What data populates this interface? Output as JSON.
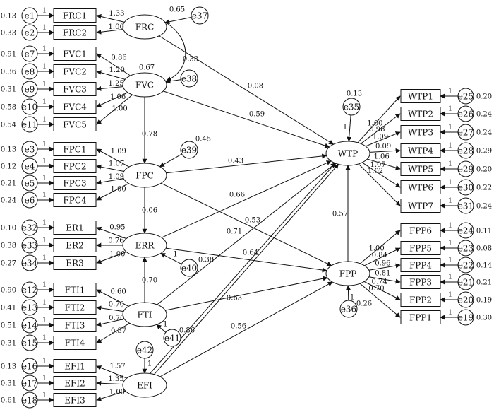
{
  "latent": {
    "FRC": {
      "label": "FRC"
    },
    "FVC": {
      "label": "FVC",
      "r2": "0.67"
    },
    "FPC": {
      "label": "FPC",
      "r2": "0.45"
    },
    "ERR": {
      "label": "ERR"
    },
    "FTI": {
      "label": "FTI"
    },
    "EFI": {
      "label": "EFI"
    },
    "WTP": {
      "label": "WTP",
      "r2": "0.13"
    },
    "FPP": {
      "label": "FPP",
      "r2": "0.26"
    }
  },
  "disturbances": [
    {
      "id": "e37",
      "target": "FRC",
      "value": "0.65"
    },
    {
      "id": "e38",
      "target": "FVC"
    },
    {
      "id": "e39",
      "target": "FPC"
    },
    {
      "id": "e40",
      "target": "ERR",
      "value": "1"
    },
    {
      "id": "e41",
      "target": "FTI",
      "value": "1"
    },
    {
      "id": "e42",
      "target": "EFI",
      "value": "1"
    },
    {
      "id": "e35",
      "target": "WTP",
      "value": "1"
    },
    {
      "id": "e36",
      "target": "FPP",
      "value": "1"
    }
  ],
  "indicators_left": [
    {
      "err": "e1",
      "var": "e1_var",
      "name": "FRC1",
      "ev": "0.13",
      "loading": "1.33",
      "latent": "FRC"
    },
    {
      "err": "e2",
      "name": "FRC2",
      "ev": "0.33",
      "loading": "1.00",
      "latent": "FRC"
    },
    {
      "err": "e7",
      "name": "FVC1",
      "ev": "0.91",
      "loading": "0.86",
      "latent": "FVC"
    },
    {
      "err": "e8",
      "name": "FVC2",
      "ev": "0.36",
      "loading": "1.20",
      "latent": "FVC"
    },
    {
      "err": "e9",
      "name": "FVC3",
      "ev": "0.31",
      "loading": "1.25",
      "latent": "FVC"
    },
    {
      "err": "e10",
      "name": "FVC4",
      "ev": "0.58",
      "loading": "1.06",
      "latent": "FVC"
    },
    {
      "err": "e11",
      "name": "FVC5",
      "ev": "0.54",
      "loading": "1.00",
      "latent": "FVC"
    },
    {
      "err": "e3",
      "name": "FPC1",
      "ev": "0.13",
      "loading": "1.09",
      "latent": "FPC"
    },
    {
      "err": "e4",
      "name": "FPC2",
      "ev": "0.12",
      "loading": "1.07",
      "latent": "FPC"
    },
    {
      "err": "e5",
      "name": "FPC3",
      "ev": "0.21",
      "loading": "1.09",
      "latent": "FPC"
    },
    {
      "err": "e6",
      "name": "FPC4",
      "ev": "0.24",
      "loading": "1.00",
      "latent": "FPC"
    },
    {
      "err": "e32",
      "name": "ER1",
      "ev": "0.10",
      "loading": "0.95",
      "latent": "ERR"
    },
    {
      "err": "e33",
      "name": "ER2",
      "ev": "0.38",
      "loading": "0.76",
      "latent": "ERR"
    },
    {
      "err": "e34",
      "name": "ER3",
      "ev": "0.27",
      "loading": "1.00",
      "latent": "ERR"
    },
    {
      "err": "e12",
      "name": "FTI1",
      "ev": "0.90",
      "loading": "0.60",
      "latent": "FTI"
    },
    {
      "err": "e13",
      "name": "FTI2",
      "ev": "0.41",
      "loading": "0.70",
      "latent": "FTI"
    },
    {
      "err": "e14",
      "name": "FTI3",
      "ev": "0.51",
      "loading": "0.70",
      "latent": "FTI"
    },
    {
      "err": "e15",
      "name": "FTI4",
      "ev": "0.31",
      "loading": "0.37",
      "latent": "FTI"
    },
    {
      "err": "e16",
      "name": "EFI1",
      "ev": "0.13",
      "loading": "1.57",
      "latent": "EFI"
    },
    {
      "err": "e17",
      "name": "EFI2",
      "ev": "0.31",
      "loading": "1.35",
      "latent": "EFI"
    },
    {
      "err": "e18",
      "name": "EFI3",
      "ev": "0.61",
      "loading": "1.00",
      "latent": "EFI"
    }
  ],
  "indicators_right": [
    {
      "err": "e25",
      "name": "WTP1",
      "ev": "0.20",
      "loading": "1.00",
      "latent": "WTP"
    },
    {
      "err": "e26",
      "name": "WTP2",
      "ev": "0.24",
      "loading": "0.98",
      "latent": "WTP"
    },
    {
      "err": "e27",
      "name": "WTP3",
      "ev": "0.24",
      "loading": "1.09",
      "latent": "WTP"
    },
    {
      "err": "e28",
      "name": "WTP4",
      "ev": "0.29",
      "loading": "0.09",
      "latent": "WTP"
    },
    {
      "err": "e29",
      "name": "WTP5",
      "ev": "0.20",
      "loading": "1.06",
      "latent": "WTP"
    },
    {
      "err": "e30",
      "name": "WTP6",
      "ev": "0.22",
      "loading": "1.07",
      "latent": "WTP"
    },
    {
      "err": "e31",
      "name": "WTP7",
      "ev": "0.24",
      "loading": "1.02",
      "latent": "WTP"
    },
    {
      "err": "e24",
      "name": "FPP6",
      "ev": "0.11",
      "loading": "1.00",
      "latent": "FPP"
    },
    {
      "err": "e23",
      "name": "FPP5",
      "ev": "0.08",
      "loading": "0.84",
      "latent": "FPP"
    },
    {
      "err": "e22",
      "name": "FPP4",
      "ev": "0.14",
      "loading": "0.96",
      "latent": "FPP"
    },
    {
      "err": "e21",
      "name": "FPP3",
      "ev": "0.21",
      "loading": "0.81",
      "latent": "FPP"
    },
    {
      "err": "e20",
      "name": "FPP2",
      "ev": "0.19",
      "loading": "0.74",
      "latent": "FPP"
    },
    {
      "err": "e19",
      "name": "FPP1",
      "ev": "0.30",
      "loading": "0.70",
      "latent": "FPP"
    }
  ],
  "paths": [
    {
      "from": "FRC",
      "to": "FVC",
      "coef": "0.33"
    },
    {
      "from": "FRC",
      "to": "WTP",
      "coef": "0.08"
    },
    {
      "from": "FVC",
      "to": "FPC",
      "coef": "0.78"
    },
    {
      "from": "FVC",
      "to": "WTP",
      "coef": "0.59"
    },
    {
      "from": "FPC",
      "to": "ERR",
      "coef": "0.06"
    },
    {
      "from": "FPC",
      "to": "WTP",
      "coef": "0.43"
    },
    {
      "from": "FPC",
      "to": "FPP",
      "coef": "0.53"
    },
    {
      "from": "ERR",
      "to": "WTP",
      "coef": "0.66"
    },
    {
      "from": "ERR",
      "to": "FPP",
      "coef": "0.38"
    },
    {
      "from": "FTI",
      "to": "ERR",
      "coef": "0.70"
    },
    {
      "from": "FTI",
      "to": "WTP",
      "coef": "0.71"
    },
    {
      "from": "FTI",
      "to": "FPP",
      "coef": "0.63"
    },
    {
      "from": "EFI",
      "to": "WTP",
      "coef": "0.64"
    },
    {
      "from": "EFI",
      "to": "FPP",
      "coef": "0.56"
    },
    {
      "from": "EFI",
      "to": "ERR",
      "coef": "0.86"
    },
    {
      "from": "FPP",
      "to": "WTP",
      "coef": "0.57"
    }
  ]
}
